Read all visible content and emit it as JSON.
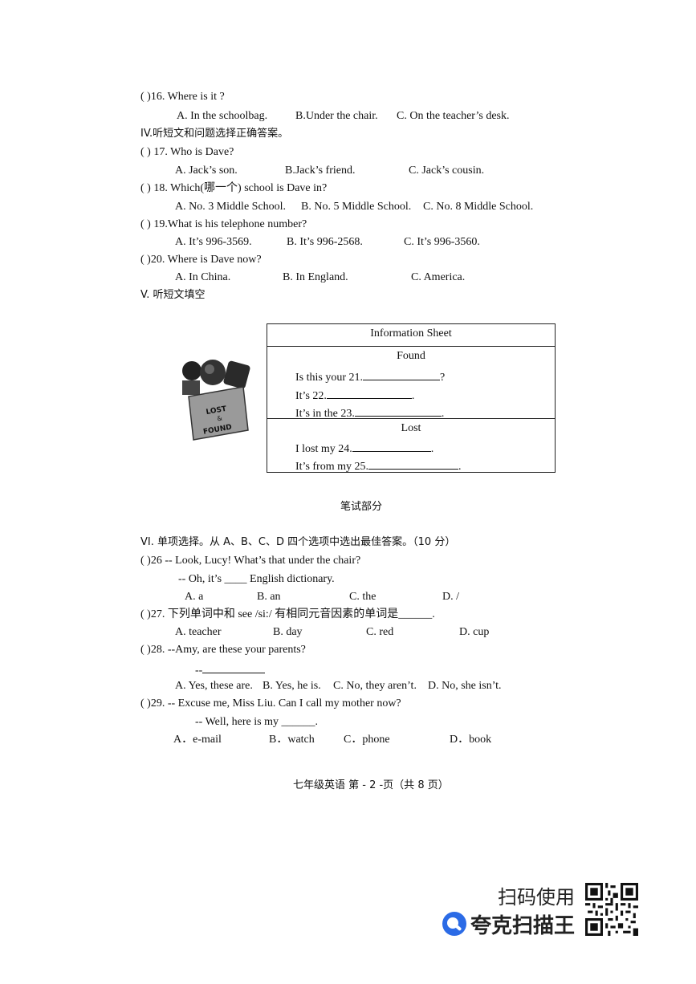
{
  "q16": {
    "stem": "(   )16. Where is it ?",
    "a": "A.  In the schoolbag.",
    "b": "B.Under the chair.",
    "c": "C. On the teacher’s desk."
  },
  "section4": "IV.听短文和问题选择正确答案。",
  "q17": {
    "stem": "(      ) 17. Who is Dave?",
    "a": "A.  Jack’s son.",
    "b": "B.Jack’s friend.",
    "c": "C. Jack’s cousin."
  },
  "q18": {
    "stem": "(      ) 18. Which(哪一个) school is Dave in?",
    "a": "A.  No. 3 Middle School.",
    "b": "B. No. 5 Middle School.",
    "c": "C. No. 8 Middle School."
  },
  "q19": {
    "stem": "(      ) 19.What is his telephone number?",
    "a": "A.  It’s 996-3569.",
    "b": "B. It’s 996-2568.",
    "c": "C. It’s 996-3560."
  },
  "q20": {
    "stem": "(      )20. Where is Dave now?",
    "a": "A.  In China.",
    "b": "B. In England.",
    "c": "C. America."
  },
  "section5": "V.  听短文填空",
  "info_sheet": {
    "title": "Information Sheet",
    "found_label": "Found",
    "found_lines": [
      {
        "pre": "Is this your 21.",
        "post": "?"
      },
      {
        "pre": "It’s 22.",
        "post": "."
      },
      {
        "pre": "It’s in the 23.",
        "post": "."
      }
    ],
    "lost_label": "Lost",
    "lost_lines": [
      {
        "pre": "I lost my 24.",
        "post": "."
      },
      {
        "pre": "It’s from my 25.",
        "post": "."
      }
    ]
  },
  "lost_found_box": {
    "line1": "LOST",
    "line2": "&",
    "line3": "FOUND"
  },
  "written_title": "笔试部分",
  "section6": "VI.  单项选择。从 A、B、C、D 四个选项中选出最佳答案。（10 分）",
  "q26": {
    "stem": "(      )26 -- Look, Lucy! What’s that under the chair?",
    "line2": "-- Oh, it’s ____ English dictionary.",
    "a": "A.  a",
    "b": "B. an",
    "c": "C. the",
    "d": "D. /"
  },
  "q27": {
    "stem": "(      )27.  下列单词中和 see /si:/  有相同元音因素的单词是______.",
    "a": "A.  teacher",
    "b": "B. day",
    "c": "C. red",
    "d": "D. cup"
  },
  "q28": {
    "stem": "(      )28.      --Amy, are these your parents?",
    "line2": "--",
    "a": "A. Yes, these are.",
    "b": "B. Yes, he is.",
    "c": "C. No, they aren’t.",
    "d": "D. No, she isn’t."
  },
  "q29": {
    "stem": "(      )29.      -- Excuse me, Miss Liu. Can I call my mother now?",
    "line2": "-- Well, here is my ______.",
    "a": "A．e-mail",
    "b": "B．watch",
    "c": "C．phone",
    "d": "D．book"
  },
  "footer": "七年级英语  第 - 2 -页（共 8 页）",
  "scan_label": "扫码使用",
  "brand": "夸克扫描王",
  "colors": {
    "ink": "#111111",
    "border": "#222222"
  }
}
